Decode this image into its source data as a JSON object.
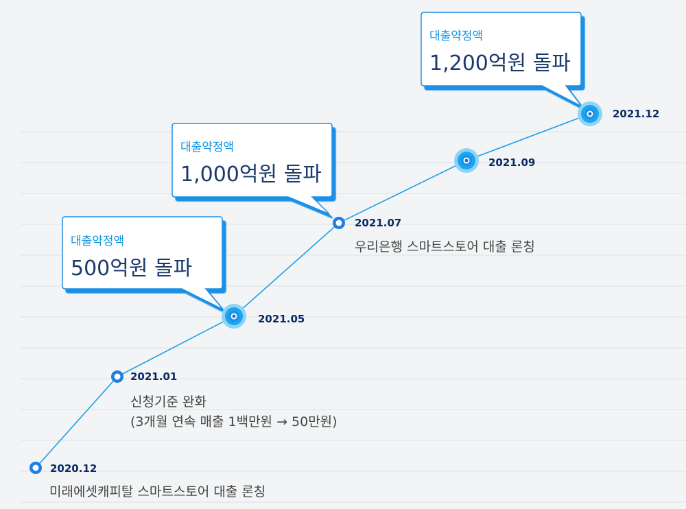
{
  "milestones": [
    {
      "date": "2020.12",
      "desc": [
        "미래에셋캐피탈 스마트스토어 대출 론칭"
      ]
    },
    {
      "date": "2021.01",
      "desc": [
        "신청기준 완화",
        "(3개월 연속 매출 1백만원 → 50만원)"
      ]
    },
    {
      "date": "2021.05",
      "desc": []
    },
    {
      "date": "2021.07",
      "desc": [
        "우리은행 스마트스토어 대출 론칭"
      ]
    },
    {
      "date": "2021.09",
      "desc": []
    },
    {
      "date": "2021.12",
      "desc": []
    }
  ],
  "callouts": [
    {
      "label": "대출약정액",
      "value": "500억원 돌파"
    },
    {
      "label": "대출약정액",
      "value": "1,000억원 돌파"
    },
    {
      "label": "대출약정액",
      "value": "1,200억원 돌파"
    }
  ],
  "colors": {
    "line": "#1aa0e8",
    "marker": "#1e8fe6",
    "marker_glow": "#8fd3f6",
    "date_text": "#0a2a66",
    "callout_text": "#1b3a6b",
    "callout_label": "#1596e0"
  }
}
